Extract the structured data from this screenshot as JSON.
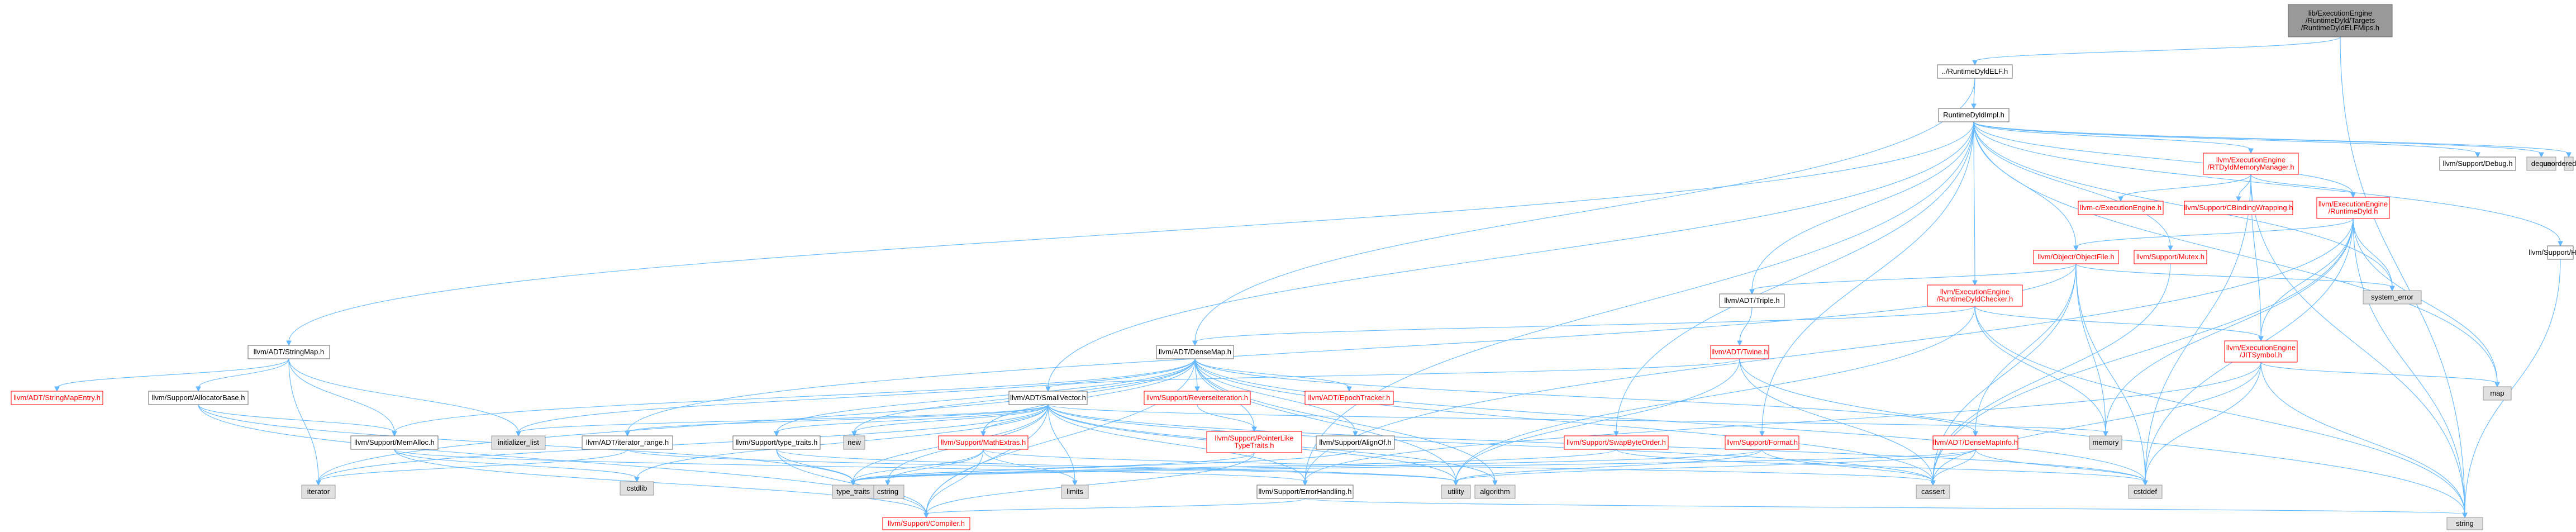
{
  "colors": {
    "edge": "#63b8ff",
    "root_fill": "#999999",
    "root_stroke": "#666666",
    "normal_fill": "#ffffff",
    "normal_stroke": "#666666",
    "normal_text": "#000000",
    "link_text": "#ff0000",
    "link_stroke": "#ff0000",
    "system_fill": "#e0e0e0",
    "system_stroke": "#999999"
  },
  "nodes": [
    {
      "id": "root",
      "kind": "root",
      "lines": [
        "lib/ExecutionEngine",
        "/RuntimeDyld/Targets",
        "/RuntimeDyldELFMips.h"
      ]
    },
    {
      "id": "rdelf",
      "kind": "normal",
      "lines": [
        "../RuntimeDyldELF.h"
      ]
    },
    {
      "id": "rdimpl",
      "kind": "normal",
      "lines": [
        "RuntimeDyldImpl.h"
      ]
    },
    {
      "id": "rtdyldmm",
      "kind": "link",
      "lines": [
        "llvm/ExecutionEngine",
        "/RTDyldMemoryManager.h"
      ]
    },
    {
      "id": "debug",
      "kind": "normal",
      "lines": [
        "llvm/Support/Debug.h"
      ]
    },
    {
      "id": "deque",
      "kind": "system",
      "lines": [
        "deque"
      ]
    },
    {
      "id": "umap",
      "kind": "system",
      "lines": [
        "unordered_map"
      ]
    },
    {
      "id": "cee",
      "kind": "link",
      "lines": [
        "llvm-c/ExecutionEngine.h"
      ]
    },
    {
      "id": "cbw",
      "kind": "link",
      "lines": [
        "llvm/Support/CBindingWrapping.h"
      ]
    },
    {
      "id": "rdyld",
      "kind": "link",
      "lines": [
        "llvm/ExecutionEngine",
        "/RuntimeDyld.h"
      ]
    },
    {
      "id": "host",
      "kind": "normal",
      "lines": [
        "llvm/Support/Host.h"
      ]
    },
    {
      "id": "objfile",
      "kind": "link",
      "lines": [
        "llvm/Object/ObjectFile.h"
      ]
    },
    {
      "id": "mutex",
      "kind": "link",
      "lines": [
        "llvm/Support/Mutex.h"
      ]
    },
    {
      "id": "syserr",
      "kind": "system",
      "lines": [
        "system_error"
      ]
    },
    {
      "id": "triple",
      "kind": "normal",
      "lines": [
        "llvm/ADT/Triple.h"
      ]
    },
    {
      "id": "checker",
      "kind": "link",
      "lines": [
        "llvm/ExecutionEngine",
        "/RuntimeDyldChecker.h"
      ]
    },
    {
      "id": "strmap",
      "kind": "normal",
      "lines": [
        "llvm/ADT/StringMap.h"
      ]
    },
    {
      "id": "densemap",
      "kind": "normal",
      "lines": [
        "llvm/ADT/DenseMap.h"
      ]
    },
    {
      "id": "twine",
      "kind": "link",
      "lines": [
        "llvm/ADT/Twine.h"
      ]
    },
    {
      "id": "jitsym",
      "kind": "link",
      "lines": [
        "llvm/ExecutionEngine",
        "/JITSymbol.h"
      ]
    },
    {
      "id": "map",
      "kind": "system",
      "lines": [
        "map"
      ]
    },
    {
      "id": "smentry",
      "kind": "link",
      "lines": [
        "llvm/ADT/StringMapEntry.h"
      ]
    },
    {
      "id": "allocbase",
      "kind": "normal",
      "lines": [
        "llvm/Support/AllocatorBase.h"
      ]
    },
    {
      "id": "smallvec",
      "kind": "normal",
      "lines": [
        "llvm/ADT/SmallVector.h"
      ]
    },
    {
      "id": "reviter",
      "kind": "link",
      "lines": [
        "llvm/Support/ReverseIteration.h"
      ]
    },
    {
      "id": "epoch",
      "kind": "link",
      "lines": [
        "llvm/ADT/EpochTracker.h"
      ]
    },
    {
      "id": "memalloc",
      "kind": "normal",
      "lines": [
        "llvm/Support/MemAlloc.h"
      ]
    },
    {
      "id": "initlist",
      "kind": "system",
      "lines": [
        "initializer_list"
      ]
    },
    {
      "id": "iterrange",
      "kind": "normal",
      "lines": [
        "llvm/ADT/iterator_range.h"
      ]
    },
    {
      "id": "typetraits",
      "kind": "normal",
      "lines": [
        "llvm/Support/type_traits.h"
      ]
    },
    {
      "id": "new",
      "kind": "system",
      "lines": [
        "new"
      ]
    },
    {
      "id": "mathextras",
      "kind": "link",
      "lines": [
        "llvm/Support/MathExtras.h"
      ]
    },
    {
      "id": "ptrlike",
      "kind": "link",
      "lines": [
        "llvm/Support/PointerLike",
        "TypeTraits.h"
      ]
    },
    {
      "id": "alignof",
      "kind": "normal",
      "lines": [
        "llvm/Support/AlignOf.h"
      ]
    },
    {
      "id": "swap",
      "kind": "link",
      "lines": [
        "llvm/Support/SwapByteOrder.h"
      ]
    },
    {
      "id": "format",
      "kind": "link",
      "lines": [
        "llvm/Support/Format.h"
      ]
    },
    {
      "id": "dmapinfo",
      "kind": "link",
      "lines": [
        "llvm/ADT/DenseMapInfo.h"
      ]
    },
    {
      "id": "memory",
      "kind": "system",
      "lines": [
        "memory"
      ]
    },
    {
      "id": "iterator",
      "kind": "system",
      "lines": [
        "iterator"
      ]
    },
    {
      "id": "cstdlib",
      "kind": "system",
      "lines": [
        "cstdlib"
      ]
    },
    {
      "id": "cstring",
      "kind": "system",
      "lines": [
        "cstring"
      ]
    },
    {
      "id": "stdtt",
      "kind": "system",
      "lines": [
        "type_traits"
      ]
    },
    {
      "id": "limits",
      "kind": "system",
      "lines": [
        "limits"
      ]
    },
    {
      "id": "utility",
      "kind": "system",
      "lines": [
        "utility"
      ]
    },
    {
      "id": "algorithm",
      "kind": "system",
      "lines": [
        "algorithm"
      ]
    },
    {
      "id": "errhandling",
      "kind": "normal",
      "lines": [
        "llvm/Support/ErrorHandling.h"
      ]
    },
    {
      "id": "cassert",
      "kind": "system",
      "lines": [
        "cassert"
      ]
    },
    {
      "id": "cstddef",
      "kind": "system",
      "lines": [
        "cstddef"
      ]
    },
    {
      "id": "compiler",
      "kind": "link",
      "lines": [
        "llvm/Support/Compiler.h"
      ]
    },
    {
      "id": "string",
      "kind": "system",
      "lines": [
        "string"
      ]
    }
  ],
  "edges": [
    [
      "root",
      "rdelf"
    ],
    [
      "root",
      "string"
    ],
    [
      "rdelf",
      "rdimpl"
    ],
    [
      "rdelf",
      "densemap"
    ],
    [
      "rdimpl",
      "rtdyldmm"
    ],
    [
      "rdimpl",
      "debug"
    ],
    [
      "rdimpl",
      "deque"
    ],
    [
      "rdimpl",
      "umap"
    ],
    [
      "rdimpl",
      "rdyld"
    ],
    [
      "rdimpl",
      "host"
    ],
    [
      "rdimpl",
      "objfile"
    ],
    [
      "rdimpl",
      "mutex"
    ],
    [
      "rdimpl",
      "syserr"
    ],
    [
      "rdimpl",
      "triple"
    ],
    [
      "rdimpl",
      "checker"
    ],
    [
      "rdimpl",
      "strmap"
    ],
    [
      "rdimpl",
      "smallvec"
    ],
    [
      "rdimpl",
      "swap"
    ],
    [
      "rdimpl",
      "format"
    ],
    [
      "rdimpl",
      "map"
    ],
    [
      "rdimpl",
      "errhandling"
    ],
    [
      "rtdyldmm",
      "cee"
    ],
    [
      "rtdyldmm",
      "cbw"
    ],
    [
      "rtdyldmm",
      "rdyld"
    ],
    [
      "rtdyldmm",
      "jitsym"
    ],
    [
      "rtdyldmm",
      "cstddef"
    ],
    [
      "rtdyldmm",
      "string"
    ],
    [
      "rdyld",
      "objfile"
    ],
    [
      "rdyld",
      "jitsym"
    ],
    [
      "rdyld",
      "syserr"
    ],
    [
      "rdyld",
      "map"
    ],
    [
      "rdyld",
      "memory"
    ],
    [
      "rdyld",
      "cstddef"
    ],
    [
      "rdyld",
      "cassert"
    ],
    [
      "rdyld",
      "string"
    ],
    [
      "rdyld",
      "errhandling"
    ],
    [
      "host",
      "string"
    ],
    [
      "objfile",
      "triple"
    ],
    [
      "objfile",
      "syserr"
    ],
    [
      "objfile",
      "memory"
    ],
    [
      "objfile",
      "cassert"
    ],
    [
      "objfile",
      "cstddef"
    ],
    [
      "objfile",
      "dmapinfo"
    ],
    [
      "objfile",
      "iterrange"
    ],
    [
      "mutex",
      "cassert"
    ],
    [
      "triple",
      "twine"
    ],
    [
      "checker",
      "jitsym"
    ],
    [
      "checker",
      "densemap"
    ],
    [
      "checker",
      "memory"
    ],
    [
      "checker",
      "string"
    ],
    [
      "checker",
      "utility"
    ],
    [
      "strmap",
      "smentry"
    ],
    [
      "strmap",
      "allocbase"
    ],
    [
      "strmap",
      "initlist"
    ],
    [
      "strmap",
      "iterator"
    ],
    [
      "strmap",
      "memalloc"
    ],
    [
      "densemap",
      "dmapinfo"
    ],
    [
      "densemap",
      "epoch"
    ],
    [
      "densemap",
      "reviter"
    ],
    [
      "densemap",
      "alignof"
    ],
    [
      "densemap",
      "compiler"
    ],
    [
      "densemap",
      "memalloc"
    ],
    [
      "densemap",
      "typetraits"
    ],
    [
      "densemap",
      "algorithm"
    ],
    [
      "densemap",
      "cassert"
    ],
    [
      "densemap",
      "cstddef"
    ],
    [
      "densemap",
      "initlist"
    ],
    [
      "densemap",
      "iterator"
    ],
    [
      "densemap",
      "new"
    ],
    [
      "densemap",
      "type_traits_std"
    ],
    [
      "densemap",
      "utility"
    ],
    [
      "densemap",
      "mathextras"
    ],
    [
      "densemap",
      "ptrlike"
    ],
    [
      "twine",
      "smallvec"
    ],
    [
      "twine",
      "cassert"
    ],
    [
      "twine",
      "cstdint_skip"
    ],
    [
      "twine",
      "string"
    ],
    [
      "twine",
      "utility"
    ],
    [
      "jitsym",
      "map"
    ],
    [
      "jitsym",
      "cassert"
    ],
    [
      "jitsym",
      "cstddef"
    ],
    [
      "jitsym",
      "string"
    ],
    [
      "jitsym",
      "errhandling"
    ],
    [
      "allocbase",
      "compiler"
    ],
    [
      "allocbase",
      "memalloc"
    ],
    [
      "allocbase",
      "stdtt"
    ],
    [
      "smallvec",
      "compiler"
    ],
    [
      "smallvec",
      "typetraits"
    ],
    [
      "smallvec",
      "iterrange"
    ],
    [
      "smallvec",
      "algorithm"
    ],
    [
      "smallvec",
      "cassert"
    ],
    [
      "smallvec",
      "cstddef"
    ],
    [
      "smallvec",
      "cstdlib"
    ],
    [
      "smallvec",
      "cstring"
    ],
    [
      "smallvec",
      "initlist"
    ],
    [
      "smallvec",
      "iterator"
    ],
    [
      "smallvec",
      "limits"
    ],
    [
      "smallvec",
      "memory"
    ],
    [
      "smallvec",
      "new"
    ],
    [
      "smallvec",
      "stdtt"
    ],
    [
      "smallvec",
      "utility"
    ],
    [
      "smallvec",
      "errhandling"
    ],
    [
      "smallvec",
      "mathextras"
    ],
    [
      "reviter",
      "ptrlike"
    ],
    [
      "memalloc",
      "compiler"
    ],
    [
      "memalloc",
      "errhandling"
    ],
    [
      "memalloc",
      "cstdlib"
    ],
    [
      "iterrange",
      "iterator"
    ],
    [
      "iterrange",
      "utility"
    ],
    [
      "typetraits",
      "compiler"
    ],
    [
      "typetraits",
      "stdtt"
    ],
    [
      "typetraits",
      "utility"
    ],
    [
      "mathextras",
      "compiler"
    ],
    [
      "mathextras",
      "cassert"
    ],
    [
      "mathextras",
      "limits"
    ],
    [
      "mathextras",
      "stdtt"
    ],
    [
      "mathextras",
      "cstring"
    ],
    [
      "ptrlike",
      "compiler"
    ],
    [
      "ptrlike",
      "stdtt"
    ],
    [
      "alignof",
      "stdtt"
    ],
    [
      "swap",
      "stdtt"
    ],
    [
      "swap",
      "cstddef"
    ],
    [
      "format",
      "stdtt"
    ],
    [
      "format",
      "utility"
    ],
    [
      "format",
      "cassert"
    ],
    [
      "dmapinfo",
      "cassert"
    ],
    [
      "dmapinfo",
      "cstddef"
    ],
    [
      "dmapinfo",
      "stdtt"
    ],
    [
      "dmapinfo",
      "utility"
    ],
    [
      "errhandling",
      "compiler"
    ],
    [
      "errhandling",
      "string"
    ]
  ]
}
